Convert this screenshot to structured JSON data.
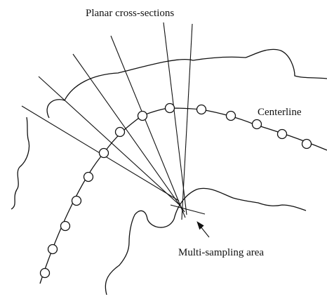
{
  "labels": {
    "planar": "Planar cross-sections",
    "centerline": "Centerline",
    "multisampling": "Multi-sampling area"
  },
  "colors": {
    "ink": "#111111",
    "background": "#ffffff"
  }
}
